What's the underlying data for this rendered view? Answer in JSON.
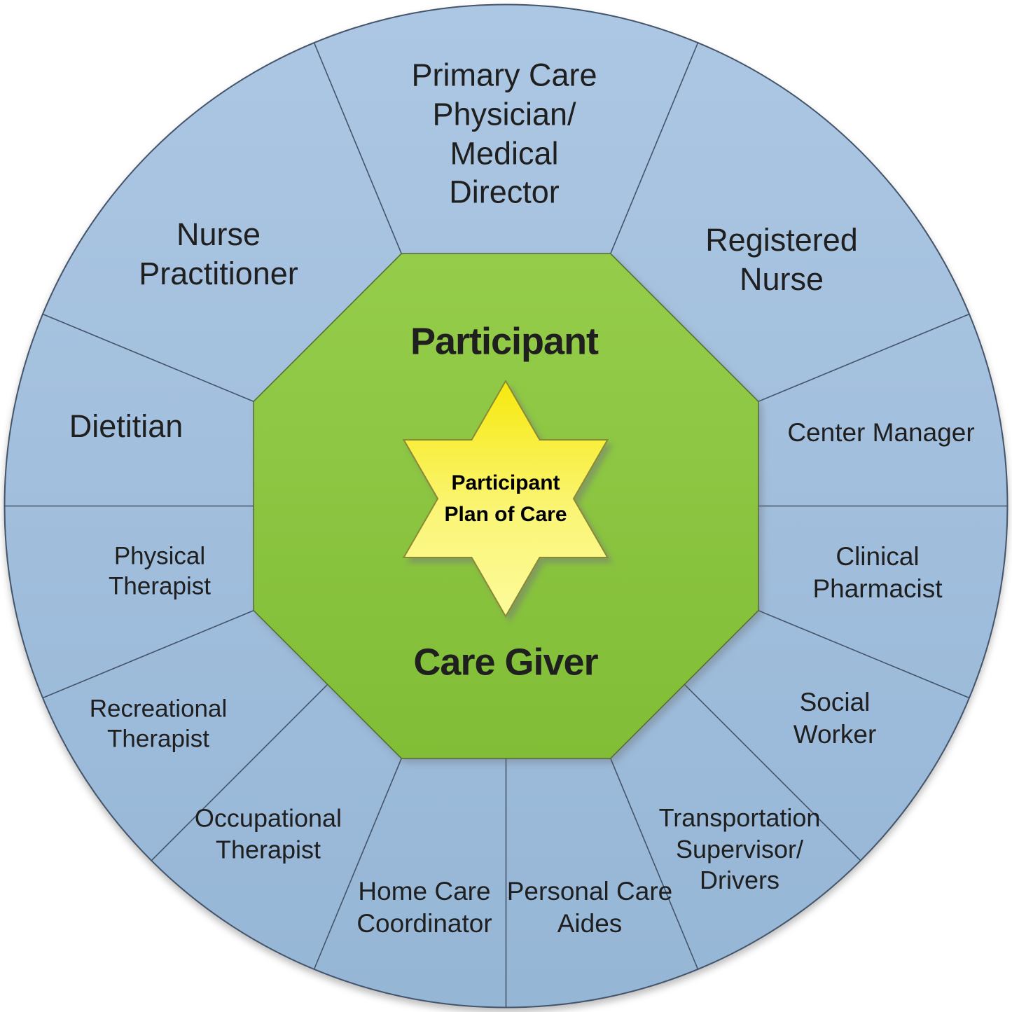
{
  "diagram": {
    "center_star": {
      "lines": [
        "Participant",
        "Plan of Care"
      ]
    },
    "octagon": {
      "top_label": "Participant",
      "bottom_label": "Care Giver"
    },
    "ring_segments": [
      {
        "name": "primary-care-physician-medical-director",
        "lines": [
          "Primary Care",
          "Physician/",
          "Medical",
          "Director"
        ]
      },
      {
        "name": "registered-nurse",
        "lines": [
          "Registered",
          "Nurse"
        ]
      },
      {
        "name": "center-manager",
        "lines": [
          "Center Manager"
        ]
      },
      {
        "name": "clinical-pharmacist",
        "lines": [
          "Clinical",
          "Pharmacist"
        ]
      },
      {
        "name": "social-worker",
        "lines": [
          "Social",
          "Worker"
        ]
      },
      {
        "name": "transportation-supervisor-drivers",
        "lines": [
          "Transportation",
          "Supervisor/",
          "Drivers"
        ]
      },
      {
        "name": "personal-care-aides",
        "lines": [
          "Personal Care",
          "Aides"
        ]
      },
      {
        "name": "home-care-coordinator",
        "lines": [
          "Home Care",
          "Coordinator"
        ]
      },
      {
        "name": "occupational-therapist",
        "lines": [
          "Occupational",
          "Therapist"
        ]
      },
      {
        "name": "recreational-therapist",
        "lines": [
          "Recreational",
          "Therapist"
        ]
      },
      {
        "name": "physical-therapist",
        "lines": [
          "Physical",
          "Therapist"
        ]
      },
      {
        "name": "dietitian",
        "lines": [
          "Dietitian"
        ]
      },
      {
        "name": "nurse-practitioner",
        "lines": [
          "Nurse",
          "Practitioner"
        ]
      }
    ],
    "colors": {
      "bg": "#FFFFFF",
      "ring_top": "#ACC7E3",
      "ring_bottom": "#96B6D6",
      "ring_stroke": "#44546A",
      "divider": "#44546A",
      "oct_top": "#95CD4B",
      "oct_bottom": "#81BD36",
      "oct_stroke": "#55702F",
      "star_top": "#F6E90D",
      "star_bottom": "#FCFB9B",
      "star_stroke": "#8A8A35",
      "label_text": "#1F1F1F",
      "star_text": "#000000"
    }
  }
}
